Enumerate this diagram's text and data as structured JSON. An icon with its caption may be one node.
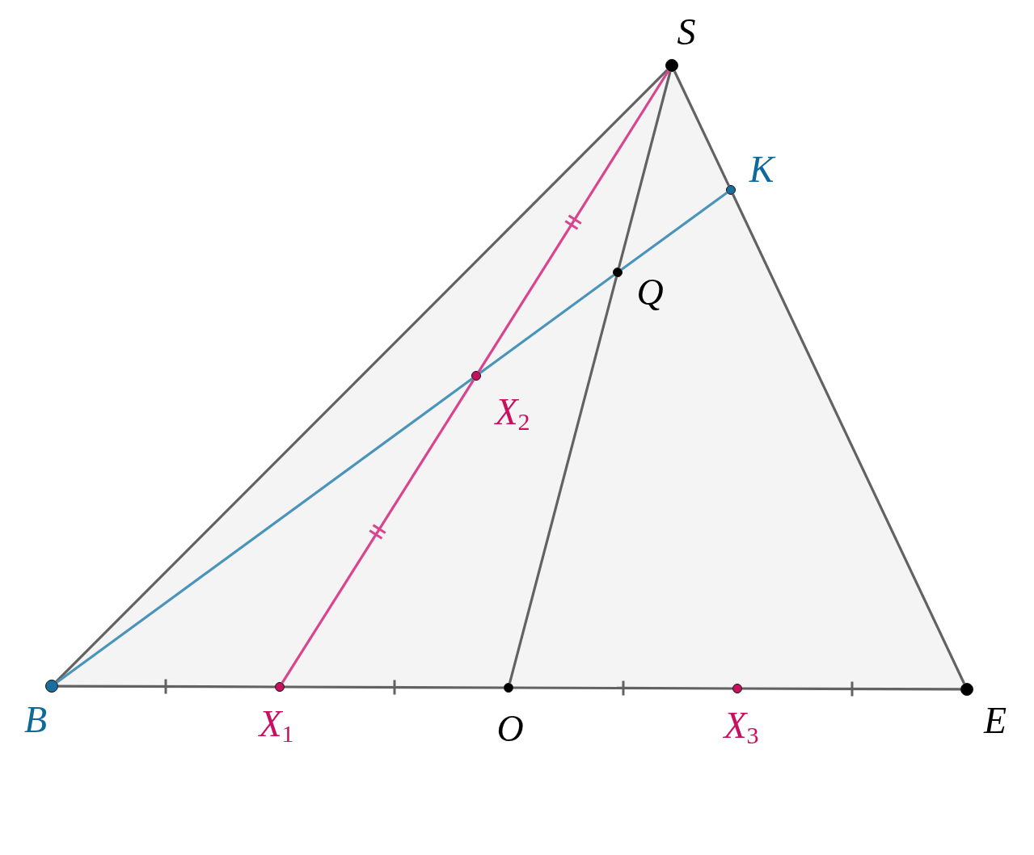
{
  "diagram": {
    "nodes": [
      {
        "text": [],
        "shape": "circle",
        "beside": [
          "S"
        ]
      },
      {
        "text": [],
        "shape": "circle",
        "beside": [
          "K"
        ]
      },
      {
        "text": [],
        "shape": "circle",
        "beside": [
          "Q"
        ]
      },
      {
        "text": [],
        "shape": "circle",
        "beside": [
          "X$_{2}$"
        ]
      },
      {
        "text": [],
        "shape": "circle",
        "beside": [
          "B"
        ]
      },
      {
        "text": [],
        "shape": "circle",
        "beside": [
          "X$_{1}$"
        ]
      },
      {
        "text": [],
        "shape": "circle",
        "beside": [
          "O"
        ]
      },
      {
        "text": [],
        "shape": "circle",
        "beside": [
          "X$_{3}$"
        ]
      },
      {
        "text": [],
        "shape": "circle",
        "beside": [
          "E"
        ]
      }
    ],
    "edges": [
      {
        "from": 4,
        "to": 5,
        "arrow": "none"
      },
      {
        "from": 5,
        "to": 6,
        "arrow": "none"
      },
      {
        "from": 6,
        "to": 7,
        "arrow": "none"
      },
      {
        "from": 7,
        "to": 8,
        "arrow": "none"
      },
      {
        "from": 4,
        "to": 0,
        "arrow": "none"
      },
      {
        "from": 0,
        "to": 1,
        "arrow": "none"
      },
      {
        "from": 1,
        "to": 8,
        "arrow": "none"
      },
      {
        "from": 0,
        "to": 2,
        "arrow": "none"
      },
      {
        "from": 2,
        "to": 6,
        "arrow": "none"
      },
      {
        "from": 0,
        "to": 3,
        "arrow": "none",
        "color": "#d9448f"
      },
      {
        "from": 3,
        "to": 5,
        "arrow": "none",
        "color": "#d9448f"
      },
      {
        "from": 4,
        "to": 3,
        "arrow": "none",
        "color": "#4a94ba"
      },
      {
        "from": 3,
        "to": 2,
        "arrow": "none",
        "color": "#4a94ba"
      },
      {
        "from": 2,
        "to": 1,
        "arrow": "none",
        "color": "#4a94ba"
      }
    ]
  }
}
